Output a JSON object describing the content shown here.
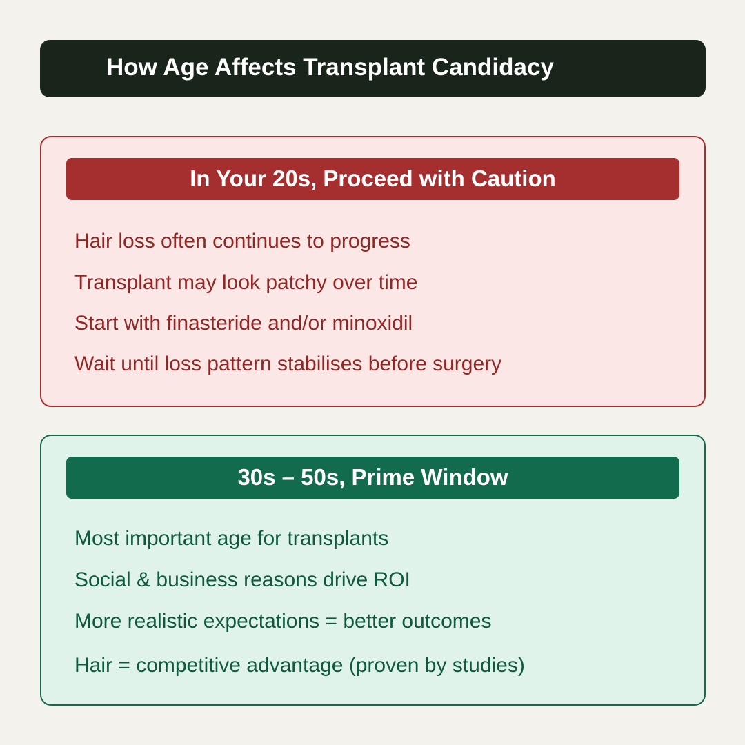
{
  "title": "How Age Affects Transplant Candidacy",
  "sections": [
    {
      "heading": "In Your 20s, Proceed with Caution",
      "items": [
        "Hair loss often continues to progress",
        "Transplant may look patchy over time",
        "Start with finasteride and/or minoxidil",
        "Wait until loss pattern stabilises before surgery"
      ],
      "accent": "#a52f2e",
      "background": "#fbe8e6"
    },
    {
      "heading": "30s – 50s, Prime Window",
      "items": [
        "Most important age for transplants",
        "Social & business reasons drive ROI",
        "More realistic expectations = better outcomes",
        "Hair = competitive advantage (proven by studies)"
      ],
      "accent": "#116b4c",
      "background": "#e0f3ea"
    }
  ],
  "colors": {
    "page_background": "#f3f2ed",
    "title_background": "#19251b",
    "title_text": "#ffffff"
  }
}
